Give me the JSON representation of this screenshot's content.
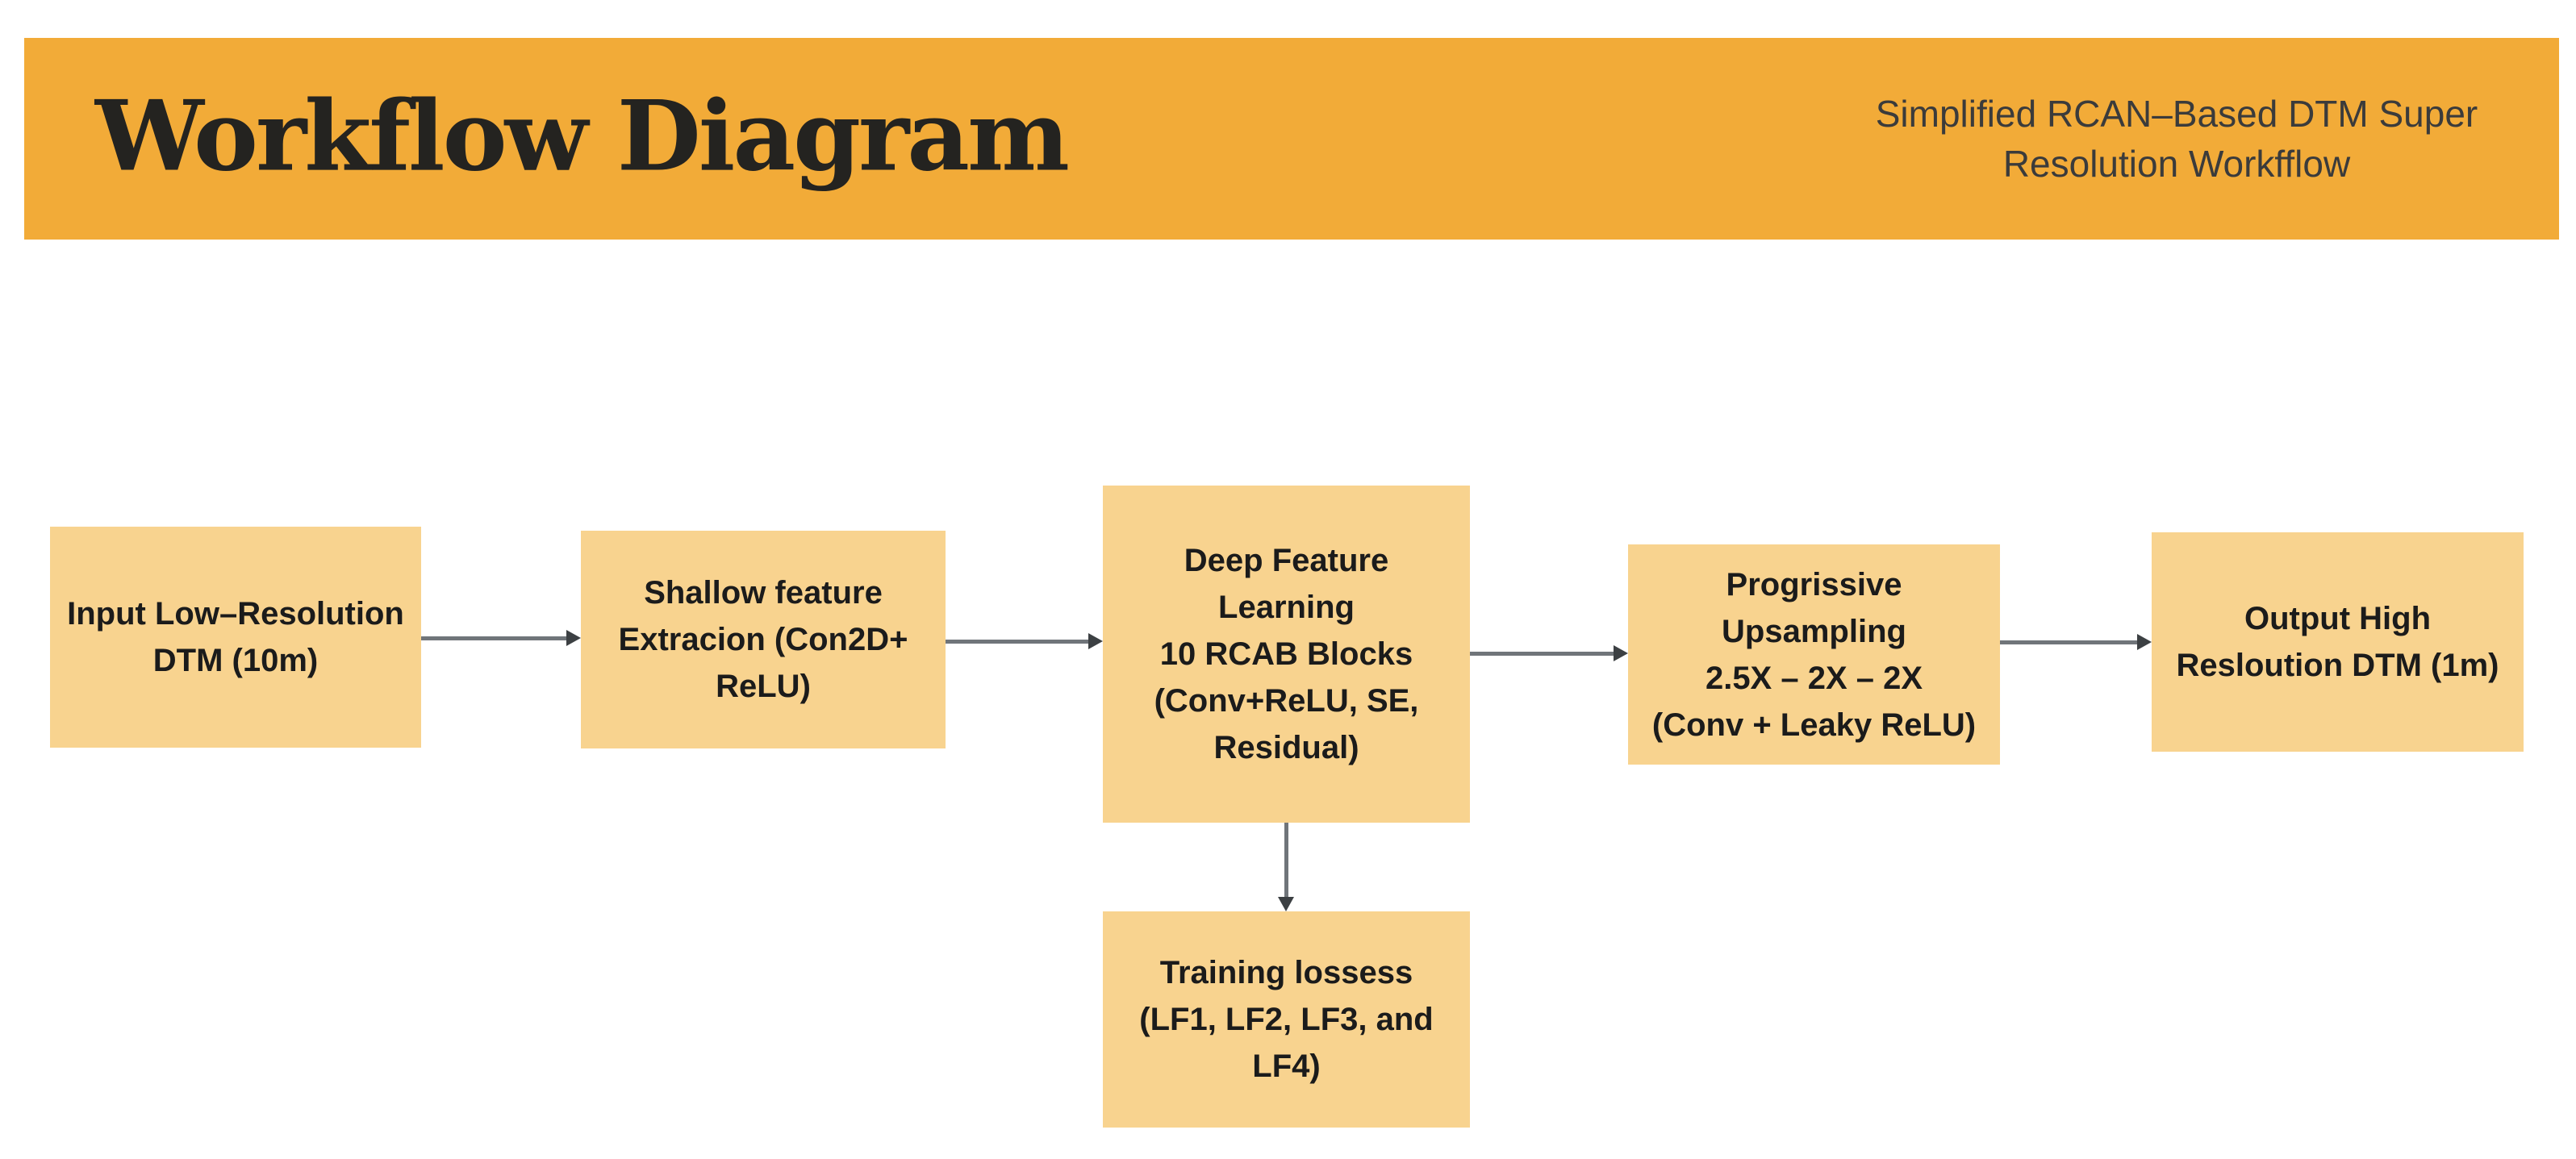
{
  "page": {
    "background_color": "#ffffff"
  },
  "header": {
    "title": "Workflow Diagram",
    "subtitle": "Simplified RCAN–Based DTM Super\nResolution Workfflow",
    "background_color": "#f2ab38",
    "title_color": "#242320",
    "subtitle_color": "#3b3b3b"
  },
  "diagram": {
    "node_fill_color": "#f8d38f",
    "node_text_color": "#1b1b1b",
    "connector_line_color": "#70757a",
    "arrowhead_color": "#3c4043",
    "nodes": [
      {
        "id": "input",
        "label": "Input Low–Resolution\nDTM (10m)"
      },
      {
        "id": "shallow",
        "label": "Shallow feature\nExtracion (Con2D+\nReLU)"
      },
      {
        "id": "deep",
        "label": "Deep Feature\nLearning\n10 RCAB Blocks\n(Conv+ReLU, SE,\nResidual)"
      },
      {
        "id": "upsampling",
        "label": "Progrissive\nUpsampling\n2.5X – 2X – 2X\n(Conv + Leaky ReLU)"
      },
      {
        "id": "output",
        "label": "Output High\nResloution DTM (1m)"
      },
      {
        "id": "losses",
        "label": "Training lossess\n(LF1, LF2, LF3, and\nLF4)"
      }
    ],
    "edges": [
      {
        "from": "input",
        "to": "shallow"
      },
      {
        "from": "shallow",
        "to": "deep"
      },
      {
        "from": "deep",
        "to": "upsampling"
      },
      {
        "from": "upsampling",
        "to": "output"
      },
      {
        "from": "deep",
        "to": "losses"
      }
    ]
  }
}
